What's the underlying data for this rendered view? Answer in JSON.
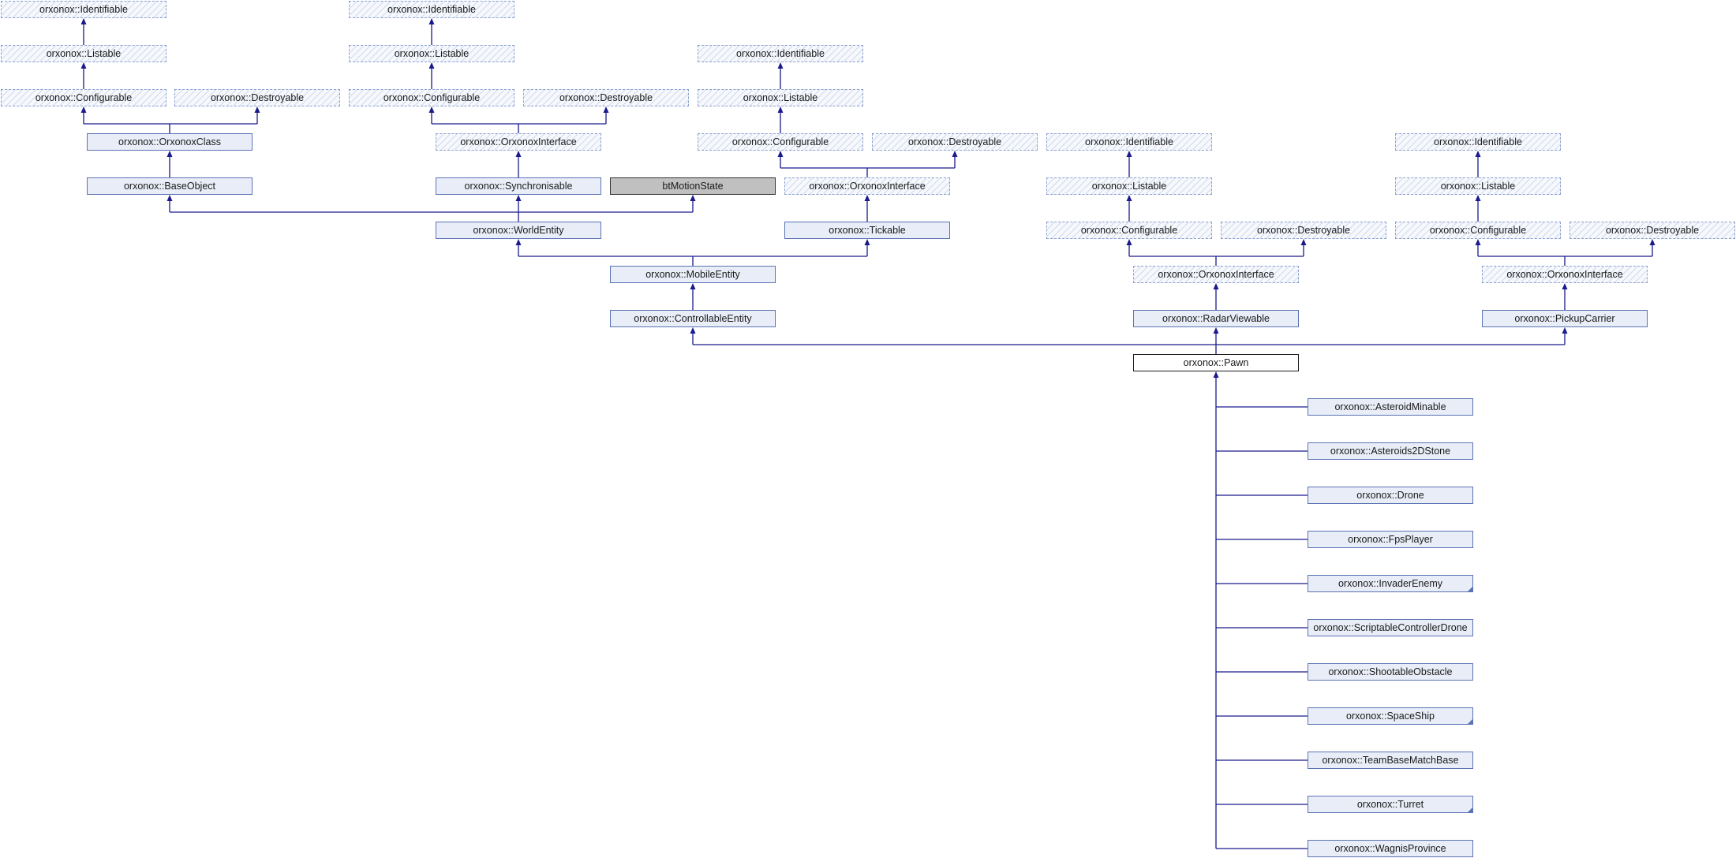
{
  "diagram": {
    "title": "",
    "colors": {
      "edge": "#1a1a8c",
      "solid_fill": "#e8edf7",
      "solid_border": "#5b73b4",
      "gray_fill": "#c0c0c0"
    },
    "nodes": [
      {
        "id": "id1",
        "label": "orxonox::Identifiable",
        "style": "dashed"
      },
      {
        "id": "li1",
        "label": "orxonox::Listable",
        "style": "dashed"
      },
      {
        "id": "co1",
        "label": "orxonox::Configurable",
        "style": "dashed"
      },
      {
        "id": "de1",
        "label": "orxonox::Destroyable",
        "style": "dashed"
      },
      {
        "id": "occ",
        "label": "orxonox::OrxonoxClass",
        "style": "solid"
      },
      {
        "id": "bo",
        "label": "orxonox::BaseObject",
        "style": "solid"
      },
      {
        "id": "id2",
        "label": "orxonox::Identifiable",
        "style": "dashed"
      },
      {
        "id": "li2",
        "label": "orxonox::Listable",
        "style": "dashed"
      },
      {
        "id": "co2",
        "label": "orxonox::Configurable",
        "style": "dashed"
      },
      {
        "id": "de2",
        "label": "orxonox::Destroyable",
        "style": "dashed"
      },
      {
        "id": "oi2",
        "label": "orxonox::OrxonoxInterface",
        "style": "dashed"
      },
      {
        "id": "syn",
        "label": "orxonox::Synchronisable",
        "style": "solid"
      },
      {
        "id": "btm",
        "label": "btMotionState",
        "style": "gray"
      },
      {
        "id": "id3",
        "label": "orxonox::Identifiable",
        "style": "dashed"
      },
      {
        "id": "li3",
        "label": "orxonox::Listable",
        "style": "dashed"
      },
      {
        "id": "co3",
        "label": "orxonox::Configurable",
        "style": "dashed"
      },
      {
        "id": "de3",
        "label": "orxonox::Destroyable",
        "style": "dashed"
      },
      {
        "id": "oi3",
        "label": "orxonox::OrxonoxInterface",
        "style": "dashed"
      },
      {
        "id": "we",
        "label": "orxonox::WorldEntity",
        "style": "solid"
      },
      {
        "id": "tk",
        "label": "orxonox::Tickable",
        "style": "solid"
      },
      {
        "id": "me",
        "label": "orxonox::MobileEntity",
        "style": "solid"
      },
      {
        "id": "ce",
        "label": "orxonox::ControllableEntity",
        "style": "solid"
      },
      {
        "id": "id4",
        "label": "orxonox::Identifiable",
        "style": "dashed"
      },
      {
        "id": "li4",
        "label": "orxonox::Listable",
        "style": "dashed"
      },
      {
        "id": "co4",
        "label": "orxonox::Configurable",
        "style": "dashed"
      },
      {
        "id": "de4",
        "label": "orxonox::Destroyable",
        "style": "dashed"
      },
      {
        "id": "oi4",
        "label": "orxonox::OrxonoxInterface",
        "style": "dashed"
      },
      {
        "id": "rv",
        "label": "orxonox::RadarViewable",
        "style": "solid"
      },
      {
        "id": "id5",
        "label": "orxonox::Identifiable",
        "style": "dashed"
      },
      {
        "id": "li5",
        "label": "orxonox::Listable",
        "style": "dashed"
      },
      {
        "id": "co5",
        "label": "orxonox::Configurable",
        "style": "dashed"
      },
      {
        "id": "de5",
        "label": "orxonox::Destroyable",
        "style": "dashed"
      },
      {
        "id": "oi5",
        "label": "orxonox::OrxonoxInterface",
        "style": "dashed"
      },
      {
        "id": "pc",
        "label": "orxonox::PickupCarrier",
        "style": "solid"
      },
      {
        "id": "pawn",
        "label": "orxonox::Pawn",
        "style": "current"
      },
      {
        "id": "c1",
        "label": "orxonox::AsteroidMinable",
        "style": "solid"
      },
      {
        "id": "c2",
        "label": "orxonox::Asteroids2DStone",
        "style": "solid"
      },
      {
        "id": "c3",
        "label": "orxonox::Drone",
        "style": "solid"
      },
      {
        "id": "c4",
        "label": "orxonox::FpsPlayer",
        "style": "solid"
      },
      {
        "id": "c5",
        "label": "orxonox::InvaderEnemy",
        "style": "solid",
        "more": true
      },
      {
        "id": "c6",
        "label": "orxonox::ScriptableControllerDrone",
        "style": "solid"
      },
      {
        "id": "c7",
        "label": "orxonox::ShootableObstacle",
        "style": "solid"
      },
      {
        "id": "c8",
        "label": "orxonox::SpaceShip",
        "style": "solid",
        "more": true
      },
      {
        "id": "c9",
        "label": "orxonox::TeamBaseMatchBase",
        "style": "solid"
      },
      {
        "id": "c10",
        "label": "orxonox::Turret",
        "style": "solid",
        "more": true
      },
      {
        "id": "c11",
        "label": "orxonox::WagnisProvince",
        "style": "solid"
      }
    ],
    "edges": [
      {
        "from": "li1",
        "to": "id1"
      },
      {
        "from": "co1",
        "to": "li1"
      },
      {
        "from": "occ",
        "to": "co1"
      },
      {
        "from": "occ",
        "to": "de1"
      },
      {
        "from": "bo",
        "to": "occ"
      },
      {
        "from": "li2",
        "to": "id2"
      },
      {
        "from": "co2",
        "to": "li2"
      },
      {
        "from": "oi2",
        "to": "co2"
      },
      {
        "from": "oi2",
        "to": "de2"
      },
      {
        "from": "syn",
        "to": "oi2"
      },
      {
        "from": "li3",
        "to": "id3"
      },
      {
        "from": "co3",
        "to": "li3"
      },
      {
        "from": "oi3",
        "to": "co3"
      },
      {
        "from": "oi3",
        "to": "de3"
      },
      {
        "from": "tk",
        "to": "oi3"
      },
      {
        "from": "we",
        "to": "bo"
      },
      {
        "from": "we",
        "to": "syn"
      },
      {
        "from": "we",
        "to": "btm"
      },
      {
        "from": "me",
        "to": "we"
      },
      {
        "from": "me",
        "to": "tk"
      },
      {
        "from": "ce",
        "to": "me"
      },
      {
        "from": "li4",
        "to": "id4"
      },
      {
        "from": "co4",
        "to": "li4"
      },
      {
        "from": "oi4",
        "to": "co4"
      },
      {
        "from": "oi4",
        "to": "de4"
      },
      {
        "from": "rv",
        "to": "oi4"
      },
      {
        "from": "li5",
        "to": "id5"
      },
      {
        "from": "co5",
        "to": "li5"
      },
      {
        "from": "oi5",
        "to": "co5"
      },
      {
        "from": "oi5",
        "to": "de5"
      },
      {
        "from": "pc",
        "to": "oi5"
      },
      {
        "from": "pawn",
        "to": "ce"
      },
      {
        "from": "pawn",
        "to": "rv"
      },
      {
        "from": "pawn",
        "to": "pc"
      },
      {
        "from": "c1",
        "to": "pawn"
      },
      {
        "from": "c2",
        "to": "pawn"
      },
      {
        "from": "c3",
        "to": "pawn"
      },
      {
        "from": "c4",
        "to": "pawn"
      },
      {
        "from": "c5",
        "to": "pawn"
      },
      {
        "from": "c6",
        "to": "pawn"
      },
      {
        "from": "c7",
        "to": "pawn"
      },
      {
        "from": "c8",
        "to": "pawn"
      },
      {
        "from": "c9",
        "to": "pawn"
      },
      {
        "from": "c10",
        "to": "pawn"
      },
      {
        "from": "c11",
        "to": "pawn"
      }
    ]
  }
}
